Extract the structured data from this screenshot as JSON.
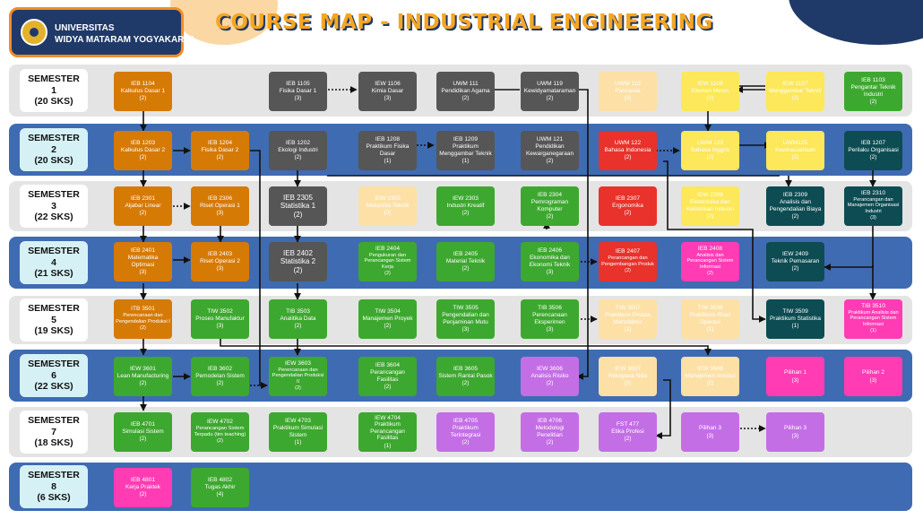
{
  "header": {
    "university_line1": "UNIVERSITAS",
    "university_line2": "WIDYA MATARAM YOGYAKARTA",
    "title": "COURSE MAP - INDUSTRIAL ENGINEERING"
  },
  "colors": {
    "orange": "#d67a06",
    "grey": "#565656",
    "peach": "#fde0a6",
    "yellow": "#fde75a",
    "green": "#3da82f",
    "red": "#e8322b",
    "teal": "#0d4c53",
    "pink": "#ff3cb4",
    "violet": "#c46ee6",
    "row_light": "#e4e4e4",
    "row_dark": "#3f6bb3",
    "title": "#f5a623",
    "title_outline": "#1f3a68"
  },
  "semesters": [
    {
      "name": "SEMESTER",
      "number": "1",
      "sks": "(20 SKS)"
    },
    {
      "name": "SEMESTER",
      "number": "2",
      "sks": "(20 SKS)"
    },
    {
      "name": "SEMESTER",
      "number": "3",
      "sks": "(22 SKS)"
    },
    {
      "name": "SEMESTER",
      "number": "4",
      "sks": "(21 SKS)"
    },
    {
      "name": "SEMESTER",
      "number": "5",
      "sks": "(19 SKS)"
    },
    {
      "name": "SEMESTER",
      "number": "6",
      "sks": "(22 SKS)"
    },
    {
      "name": "SEMESTER",
      "number": "7",
      "sks": "(18 SKS)"
    },
    {
      "name": "SEMESTER",
      "number": "8",
      "sks": "(6 SKS)"
    }
  ],
  "courses": [
    {
      "code": "IEB 1104",
      "name": "Kalkulus Dasar 1",
      "credits": "(2)",
      "color": "orange"
    },
    {
      "code": "IEB 1105",
      "name": "Fisika Dasar 1",
      "credits": "(3)",
      "color": "grey"
    },
    {
      "code": "IEW 1106",
      "name": "Kimia Dasar",
      "credits": "(3)",
      "color": "grey"
    },
    {
      "code": "UWM 111",
      "name": "Pendidikan Agama",
      "credits": "(2)",
      "color": "grey"
    },
    {
      "code": "UWM 119",
      "name": "Kewidyamataraman",
      "credits": "(2)",
      "color": "grey"
    },
    {
      "code": "UWM 112",
      "name": "Pancasila",
      "credits": "(2)",
      "color": "peach"
    },
    {
      "code": "IEW 1108",
      "name": "Elemen Mesin",
      "credits": "(2)",
      "color": "yellow"
    },
    {
      "code": "IEW 1107",
      "name": "Menggambar Teknik",
      "credits": "(2)",
      "color": "yellow"
    },
    {
      "code": "IEB 1103",
      "name": "Pengantar Teknik Industri",
      "credits": "(2)",
      "color": "green"
    },
    {
      "code": "IEB 1203",
      "name": "Kalkulus Dasar 2",
      "credits": "(2)",
      "color": "orange"
    },
    {
      "code": "IEB 1204",
      "name": "Fisika Dasar 2",
      "credits": "(2)",
      "color": "orange"
    },
    {
      "code": "IEB 1202",
      "name": "Ekologi Industri",
      "credits": "(2)",
      "color": "grey"
    },
    {
      "code": "IEB 1208",
      "name": "Praktikum Fisika Dasar",
      "credits": "(1)",
      "color": "grey"
    },
    {
      "code": "IEB 1209",
      "name": "Praktikum Menggambar Teknik",
      "credits": "(1)",
      "color": "grey"
    },
    {
      "code": "UWM 121",
      "name": "Pendidikan Kewarganegaraan",
      "credits": "(2)",
      "color": "grey"
    },
    {
      "code": "UWM 122",
      "name": "Bahasa Indonesia",
      "credits": "(2)",
      "color": "red"
    },
    {
      "code": "UWM 123",
      "name": "Bahasa Inggris",
      "credits": "(2)",
      "color": "yellow"
    },
    {
      "code": "UWM125",
      "name": "Kewirausahaan",
      "credits": "(2)",
      "color": "yellow"
    },
    {
      "code": "IEB 1207",
      "name": "Perilaku Organisasi",
      "credits": "(2)",
      "color": "teal"
    },
    {
      "code": "IEB 2301",
      "name": "Aljabar Linear",
      "credits": "(2)",
      "color": "orange"
    },
    {
      "code": "IEB 2306",
      "name": "Riset Operasi 1",
      "credits": "(3)",
      "color": "orange"
    },
    {
      "code": "IEB 2305",
      "name": "Statistika 1",
      "credits": "(2)",
      "color": "grey"
    },
    {
      "code": "IEW 2302",
      "name": "Mekanika Teknik",
      "credits": "(2)",
      "color": "peach"
    },
    {
      "code": "IEW 2303",
      "name": "Industri Kreatif",
      "credits": "(2)",
      "color": "green"
    },
    {
      "code": "IEB 2304",
      "name": "Pemrograman Komputer",
      "credits": "(2)",
      "color": "green"
    },
    {
      "code": "IEB 2307",
      "name": "Ergonomika",
      "credits": "(2)",
      "color": "red"
    },
    {
      "code": "IEW 2308",
      "name": "Elektronika dan Kelistrikan Industri",
      "credits": "(2)",
      "color": "yellow"
    },
    {
      "code": "IEB 2309",
      "name": "Analisis dan Pengendalian Biaya",
      "credits": "(2)",
      "color": "teal"
    },
    {
      "code": "IEB 2310",
      "name": "Perancangan dan Manajemen Organisasi Industri",
      "credits": "(3)",
      "color": "teal"
    },
    {
      "code": "IEB 2401",
      "name": "Matematika Optimasi",
      "credits": "(3)",
      "color": "orange"
    },
    {
      "code": "IEB 2403",
      "name": "Riset Operasi 2",
      "credits": "(3)",
      "color": "orange"
    },
    {
      "code": "IEB 2402",
      "name": "Statistika 2",
      "credits": "(2)",
      "color": "grey"
    },
    {
      "code": "IEB 2404",
      "name": "Pengukuran dan Perancangan Sistem Kerja",
      "credits": "(2)",
      "color": "green"
    },
    {
      "code": "IEB 2405",
      "name": "Material Teknik",
      "credits": "(2)",
      "color": "green"
    },
    {
      "code": "IEB 2406",
      "name": "Ekonomika dan Ekonomi Teknik",
      "credits": "(3)",
      "color": "green"
    },
    {
      "code": "IEB 2407",
      "name": "Perancangan dan Pengembangan Produk",
      "credits": "(2)",
      "color": "red"
    },
    {
      "code": "IEB 2408",
      "name": "Analisis dan Perancangan Sistem Informasi",
      "credits": "(2)",
      "color": "pink"
    },
    {
      "code": "IEW 2409",
      "name": "Teknik Pemasaran",
      "credits": "(2)",
      "color": "teal"
    },
    {
      "code": "ITB 3501",
      "name": "Perencanaan dan Pengendalian Produksi I",
      "credits": "(2)",
      "color": "orange"
    },
    {
      "code": "TIW 3502",
      "name": "Proses Manufaktur",
      "credits": "(3)",
      "color": "green"
    },
    {
      "code": "TIB 3503",
      "name": "Analitika Data",
      "credits": "(2)",
      "color": "green"
    },
    {
      "code": "TIW 3504",
      "name": "Manajemen Proyek",
      "credits": "(2)",
      "color": "green"
    },
    {
      "code": "TIW 3505",
      "name": "Pengendalian dan Penjaminan Mutu",
      "credits": "(3)",
      "color": "green"
    },
    {
      "code": "TIB 3506",
      "name": "Perencanaan Eksperimen",
      "credits": "(3)",
      "color": "green"
    },
    {
      "code": "TIW 3507",
      "name": "Praktikum Proses Manufaktur",
      "credits": "(1)",
      "color": "peach"
    },
    {
      "code": "TIW 3508",
      "name": "Praktikum Riset Operasi",
      "credits": "(1)",
      "color": "peach"
    },
    {
      "code": "TIW 3509",
      "name": "Praktikum Statistika",
      "credits": "(1)",
      "color": "teal"
    },
    {
      "code": "TIB 3510",
      "name": "Praktikum Analisis dan Perancangan Sistem Informasi",
      "credits": "(1)",
      "color": "pink"
    },
    {
      "code": "IEW 3601",
      "name": "Lean Manufacturing",
      "credits": "(2)",
      "color": "green"
    },
    {
      "code": "IEB 3602",
      "name": "Pemodelan Sistem",
      "credits": "(2)",
      "color": "green"
    },
    {
      "code": "IEW 3603",
      "name": "Perencanaan dan Pengendalian Produksi II",
      "credits": "(2)",
      "color": "green"
    },
    {
      "code": "IEB 3604",
      "name": "Perancangan Fasilitas",
      "credits": "(2)",
      "color": "green"
    },
    {
      "code": "IEB 3605",
      "name": "Sistem Rantai Pasok",
      "credits": "(2)",
      "color": "green"
    },
    {
      "code": "IEW 3606",
      "name": "Analisis Risiko",
      "credits": "(2)",
      "color": "violet"
    },
    {
      "code": "IEW 3607",
      "name": "Rekayasa Nilai",
      "credits": "(2)",
      "color": "peach"
    },
    {
      "code": "IEW 3608",
      "name": "Manajemen Inovasi",
      "credits": "(2)",
      "color": "peach"
    },
    {
      "code": "",
      "name": "Pilihan 1",
      "credits": "(3)",
      "color": "pink"
    },
    {
      "code": "",
      "name": "Pilihan 2",
      "credits": "(3)",
      "color": "pink"
    },
    {
      "code": "IEB 4701",
      "name": "Simulasi Sistem",
      "credits": "(2)",
      "color": "green"
    },
    {
      "code": "IEW 4702",
      "name": "Perancangan Sistem Terpadu (tim teaching)",
      "credits": "(2)",
      "color": "green"
    },
    {
      "code": "IEW 4703",
      "name": "Praktikum Simulasi Sistem",
      "credits": "(1)",
      "color": "green"
    },
    {
      "code": "IEW 4704",
      "name": "Praktikum Perancangan Fasilitas",
      "credits": "(1)",
      "color": "green"
    },
    {
      "code": "IEB 4705",
      "name": "Praktikum Terintegrasi",
      "credits": "(2)",
      "color": "violet"
    },
    {
      "code": "IEB 4706",
      "name": "Metodologi Penelitian",
      "credits": "(2)",
      "color": "violet"
    },
    {
      "code": "FST 477",
      "name": "Etika Profesi",
      "credits": "(2)",
      "color": "violet"
    },
    {
      "code": "",
      "name": "Pilihan 3",
      "credits": "(3)",
      "color": "violet"
    },
    {
      "code": "",
      "name": "Pilihan 3",
      "credits": "(3)",
      "color": "violet"
    },
    {
      "code": "IEB 4801",
      "name": "Kerja Praktek",
      "credits": "(2)",
      "color": "pink"
    },
    {
      "code": "IEB 4802",
      "name": "Tugas Akhir",
      "credits": "(4)",
      "color": "green"
    }
  ]
}
